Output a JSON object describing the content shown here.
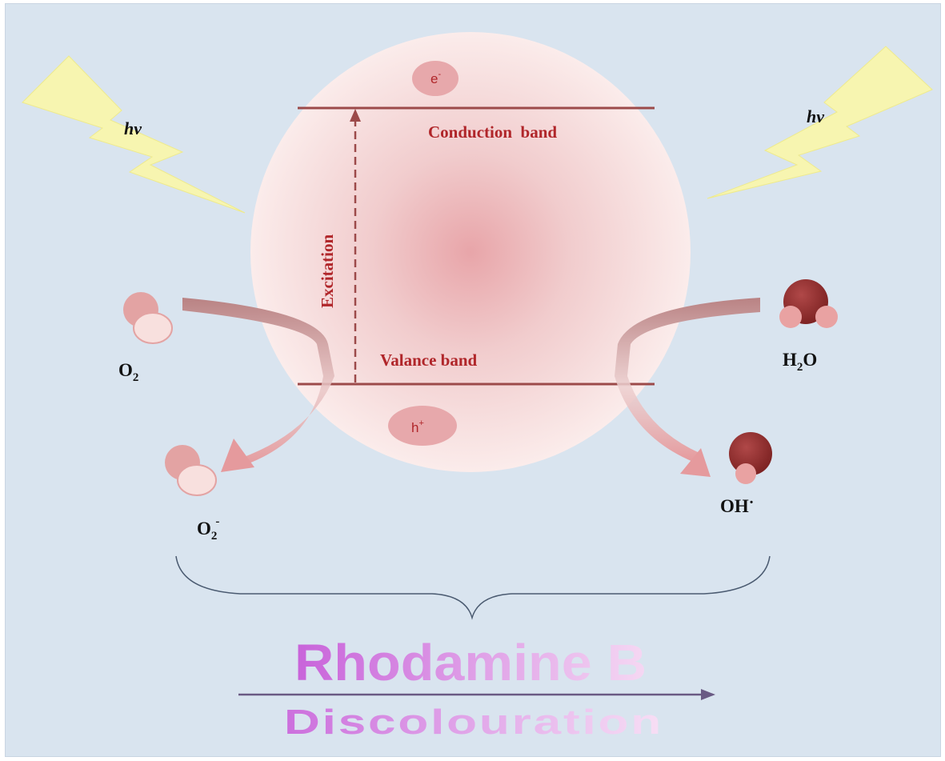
{
  "diagram": {
    "light_label_left": "hv",
    "light_label_right": "hv",
    "electron": "e",
    "electron_sup": "-",
    "hole": "h",
    "hole_sup": "+",
    "conduction_band": "Conduction  band",
    "valence_band": "Valance band",
    "excitation": "Excitation",
    "o2": {
      "main": "O",
      "sub": "2"
    },
    "superoxide": {
      "main": "O",
      "sub": "2",
      "sup": "-"
    },
    "water": {
      "main": "H",
      "sub": "2",
      "end": "O"
    },
    "hydroxyl": {
      "main": "OH",
      "sup": "·"
    },
    "dye_name": "Rhodamine B",
    "process": "Discolouration"
  },
  "colors": {
    "background": "#d9e4ef",
    "band_text": "#b0262a",
    "band_line": "#9c4a4a",
    "lightning": "#f7f5b0",
    "molecule_dark": "#8e2c2c",
    "molecule_light": "#f1c9c6",
    "rhodamine": "#cc73dd"
  }
}
